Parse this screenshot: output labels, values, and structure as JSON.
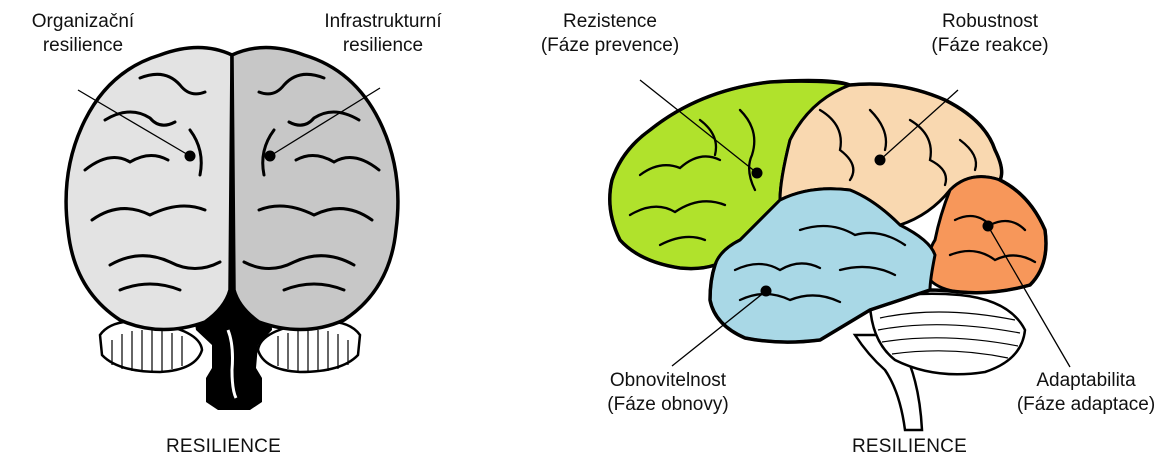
{
  "front_view": {
    "caption": "RESILIENCE",
    "left_hemisphere": {
      "line1": "Organizační",
      "line2": "resilience"
    },
    "right_hemisphere": {
      "line1": "Infrastrukturní",
      "line2": "resilience"
    }
  },
  "side_view": {
    "caption": "RESILIENCE",
    "regions": {
      "frontal": {
        "line1": "Rezistence",
        "line2": "(Fáze prevence)",
        "color": "#b0e22c"
      },
      "parietal": {
        "line1": "Robustnost",
        "line2": "(Fáze reakce)",
        "color": "#f9d8b0"
      },
      "temporal": {
        "line1": "Obnovitelnost",
        "line2": "(Fáze obnovy)",
        "color": "#a9d8e6"
      },
      "occipital": {
        "line1": "Adaptabilita",
        "line2": "(Fáze adaptace)",
        "color": "#f7975a"
      }
    }
  },
  "colors": {
    "left_hemisphere": "#e3e3e3",
    "right_hemisphere": "#c7c7c7",
    "outline": "#000000"
  }
}
